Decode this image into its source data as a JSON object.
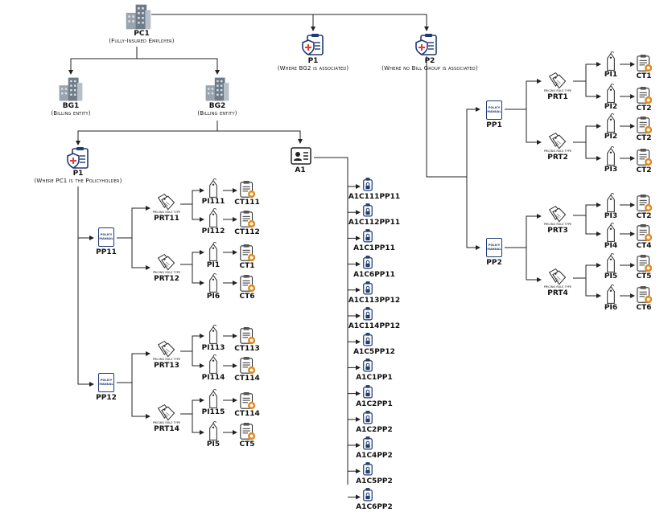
{
  "nodes": {
    "pc1": {
      "title": "PC1",
      "sub": "(Fully-Insured Employer)"
    },
    "bg1": {
      "title": "BG1",
      "sub": "(Billing entity)"
    },
    "bg2": {
      "title": "BG2",
      "sub": "(Billing entity)"
    },
    "p1_top": {
      "title": "P1",
      "sub": "(Where BG2 is associated)"
    },
    "p2": {
      "title": "P2",
      "sub": "(Where no Bill Group is associated)"
    },
    "p1_mid": {
      "title": "P1",
      "sub": "(Where PC1 is the Policyholder)"
    },
    "a1": {
      "title": "A1"
    },
    "pp11": {
      "title": "PP11"
    },
    "pp12": {
      "title": "PP12"
    },
    "prt11": {
      "title": "PRT11"
    },
    "prt12": {
      "title": "PRT12"
    },
    "prt13": {
      "title": "PRT13"
    },
    "prt14": {
      "title": "PRT14"
    },
    "pi111": {
      "title": "PI111"
    },
    "pi112": {
      "title": "PI112"
    },
    "pi1_l": {
      "title": "PI1"
    },
    "pi6_l": {
      "title": "PI6"
    },
    "pi113": {
      "title": "PI113"
    },
    "pi114": {
      "title": "PI114"
    },
    "pi115": {
      "title": "PI115"
    },
    "pi5_l": {
      "title": "PI5"
    },
    "ct111": {
      "title": "CT111"
    },
    "ct112": {
      "title": "CT112"
    },
    "ct1_l": {
      "title": "CT1"
    },
    "ct6_l": {
      "title": "CT6"
    },
    "ct113": {
      "title": "CT113"
    },
    "ct114_a": {
      "title": "CT114"
    },
    "ct114_b": {
      "title": "CT114"
    },
    "ct5_l": {
      "title": "CT5"
    },
    "pp1": {
      "title": "PP1"
    },
    "pp2": {
      "title": "PP2"
    },
    "prt1": {
      "title": "PRT1"
    },
    "prt2": {
      "title": "PRT2"
    },
    "prt3": {
      "title": "PRT3"
    },
    "prt4": {
      "title": "PRT4"
    },
    "pi1_r": {
      "title": "PI1"
    },
    "pi2_r1": {
      "title": "PI2"
    },
    "pi2_r2": {
      "title": "PI2"
    },
    "pi3_r1": {
      "title": "PI3"
    },
    "pi3_r2": {
      "title": "PI3"
    },
    "pi4_r": {
      "title": "PI4"
    },
    "pi5_r": {
      "title": "PI5"
    },
    "pi6_r": {
      "title": "PI6"
    },
    "ct1_r": {
      "title": "CT1"
    },
    "ct2_r1": {
      "title": "CT2"
    },
    "ct2_r2": {
      "title": "CT2"
    },
    "ct2_r3": {
      "title": "CT2"
    },
    "ct2_r4": {
      "title": "CT2"
    },
    "ct4_r": {
      "title": "CT4"
    },
    "ct5_r": {
      "title": "CT5"
    },
    "ct6_r": {
      "title": "CT6"
    }
  },
  "account_items": [
    "A1C111PP11",
    "A1C112PP11",
    "A1C1PP11",
    "A1C6PP11",
    "A1C113PP12",
    "A1C114PP12",
    "A1C5PP12",
    "A1C1PP1",
    "A1C2PP1",
    "A1C2PP2",
    "A1C4PP2",
    "A1C5PP2",
    "A1C6PP2"
  ],
  "icon_text": {
    "manual_line1": "POLICY",
    "manual_line2": "MANUAL",
    "pricing_rule": "PRICING RULE TYPE"
  },
  "colors": {
    "line": "#222222",
    "icon_blue": "#1f3b73",
    "accent": "#e08a1e",
    "building": "#7f8a95"
  }
}
